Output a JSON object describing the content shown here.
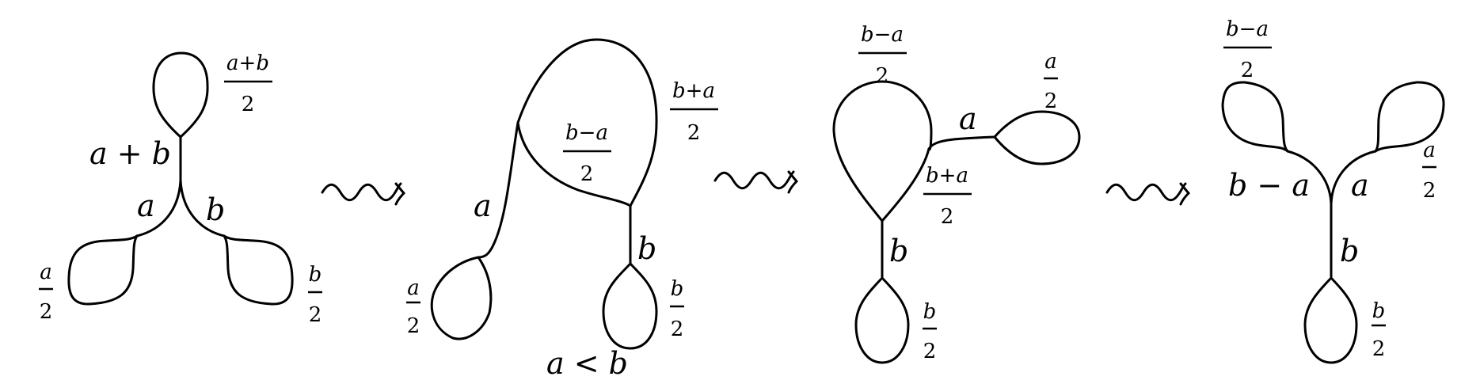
{
  "diagram": {
    "description": "Sequence of ribbon-graph moves (Whitehead-type) transforming a tripod with three loops",
    "arrow_symbol": "leadsto (squiggly arrow)",
    "arrow_color": "#000000",
    "stroke_color": "#000000",
    "background": "#ffffff",
    "panels": [
      {
        "id": "panel-1",
        "edges": {
          "trunk": "a + b",
          "left": "a",
          "right": "b"
        },
        "loops": [
          {
            "num": "a+b",
            "den": "2"
          },
          {
            "num": "a",
            "den": "2"
          },
          {
            "num": "b",
            "den": "2"
          }
        ]
      },
      {
        "id": "panel-2",
        "edges": {
          "left": "a",
          "right": "b"
        },
        "loops": [
          {
            "num": "b+a",
            "den": "2"
          },
          {
            "num": "b−a",
            "den": "2"
          },
          {
            "num": "a",
            "den": "2"
          },
          {
            "num": "b",
            "den": "2"
          }
        ],
        "condition": "a < b"
      },
      {
        "id": "panel-3",
        "edges": {
          "side": "a",
          "stem": "b"
        },
        "loops": [
          {
            "num": "b−a",
            "den": "2"
          },
          {
            "num": "b+a",
            "den": "2"
          },
          {
            "num": "a",
            "den": "2"
          },
          {
            "num": "b",
            "den": "2"
          }
        ]
      },
      {
        "id": "panel-4",
        "edges": {
          "left": "b − a",
          "right": "a",
          "stem": "b"
        },
        "loops": [
          {
            "num": "b−a",
            "den": "2"
          },
          {
            "num": "a",
            "den": "2"
          },
          {
            "num": "b",
            "den": "2"
          }
        ]
      }
    ]
  }
}
